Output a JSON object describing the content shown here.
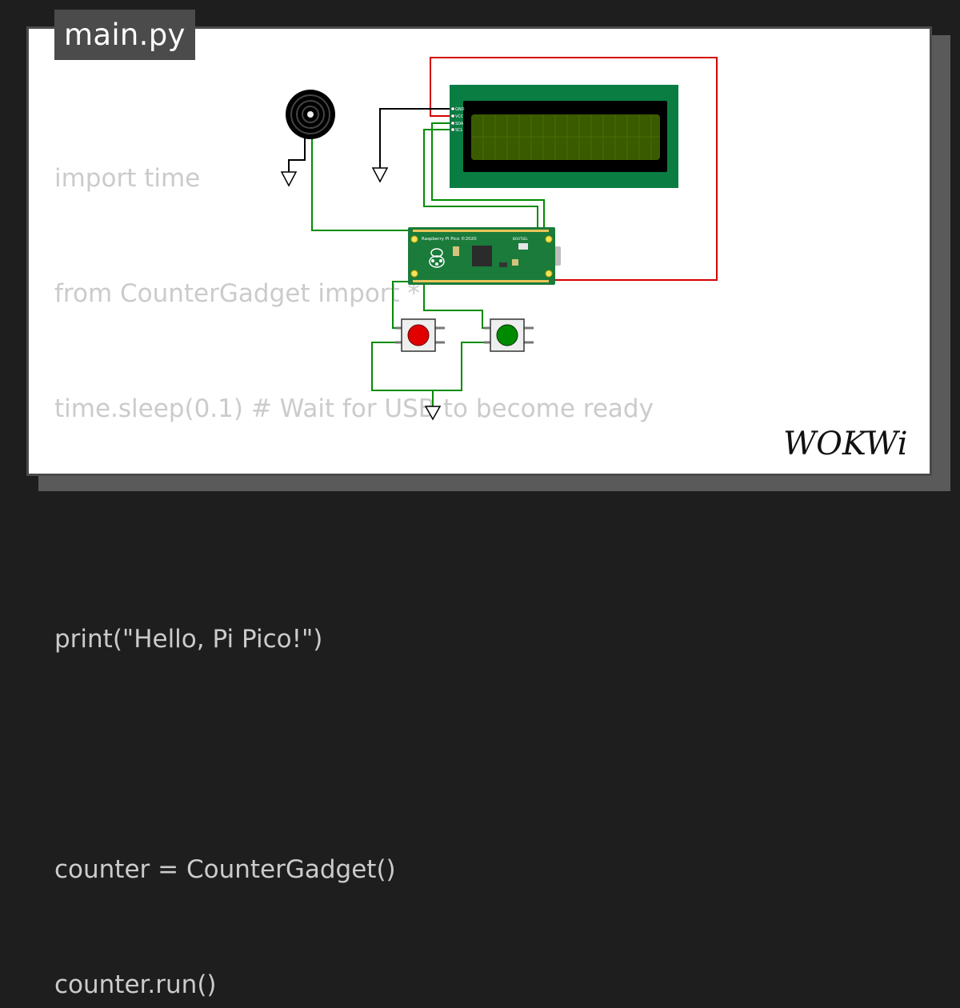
{
  "editor": {
    "filename": "main.py",
    "code_lines": [
      "import time",
      "from CounterGadget import *",
      "time.sleep(0.1) # Wait for USB to become ready",
      "",
      "print(\"Hello, Pi Pico!\")",
      "",
      "counter = CounterGadget()",
      "counter.run()"
    ]
  },
  "lcd": {
    "pin_labels": [
      "GND",
      "VCC",
      "SDA",
      "SCL"
    ],
    "backlight_color": "#3b5b00",
    "board_color": "#0a7d43"
  },
  "pico": {
    "label": "Raspberry Pi Pico ©2020",
    "bootsel_label": "BOOTSEL",
    "board_color": "#1a7b3a"
  },
  "buttons": [
    {
      "color": "#e00000"
    },
    {
      "color": "#008a00"
    }
  ],
  "wire_colors": {
    "power": "#d40000",
    "ground": "#000000",
    "signal": "#008c00"
  },
  "brand": {
    "logo_text": "WOKWi"
  }
}
